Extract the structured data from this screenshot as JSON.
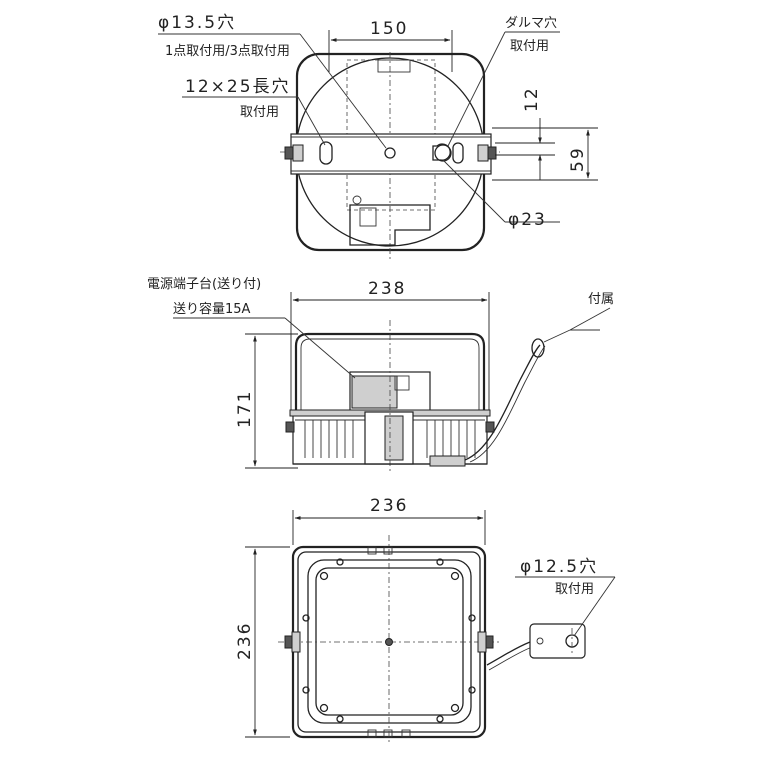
{
  "top_view": {
    "hole_dia_label": "φ13.5穴",
    "hole_use_label": "1点取付用/3点取付用",
    "width_dim": "150",
    "daruma_label": "ダルマ穴",
    "daruma_use_label": "取付用",
    "slot_label": "12×25長穴",
    "slot_use_label": "取付用",
    "dim_12": "12",
    "dim_59": "59",
    "dia23_label": "φ23"
  },
  "side_view": {
    "terminal_label": "電源端子台(送り付)",
    "capacity_label": "送り容量15A",
    "width_dim": "238",
    "height_dim": "171",
    "accessory_label": "付属"
  },
  "bottom_view": {
    "width_dim": "236",
    "height_dim": "236",
    "hole_dia_label": "φ12.5穴",
    "hole_use_label": "取付用"
  }
}
